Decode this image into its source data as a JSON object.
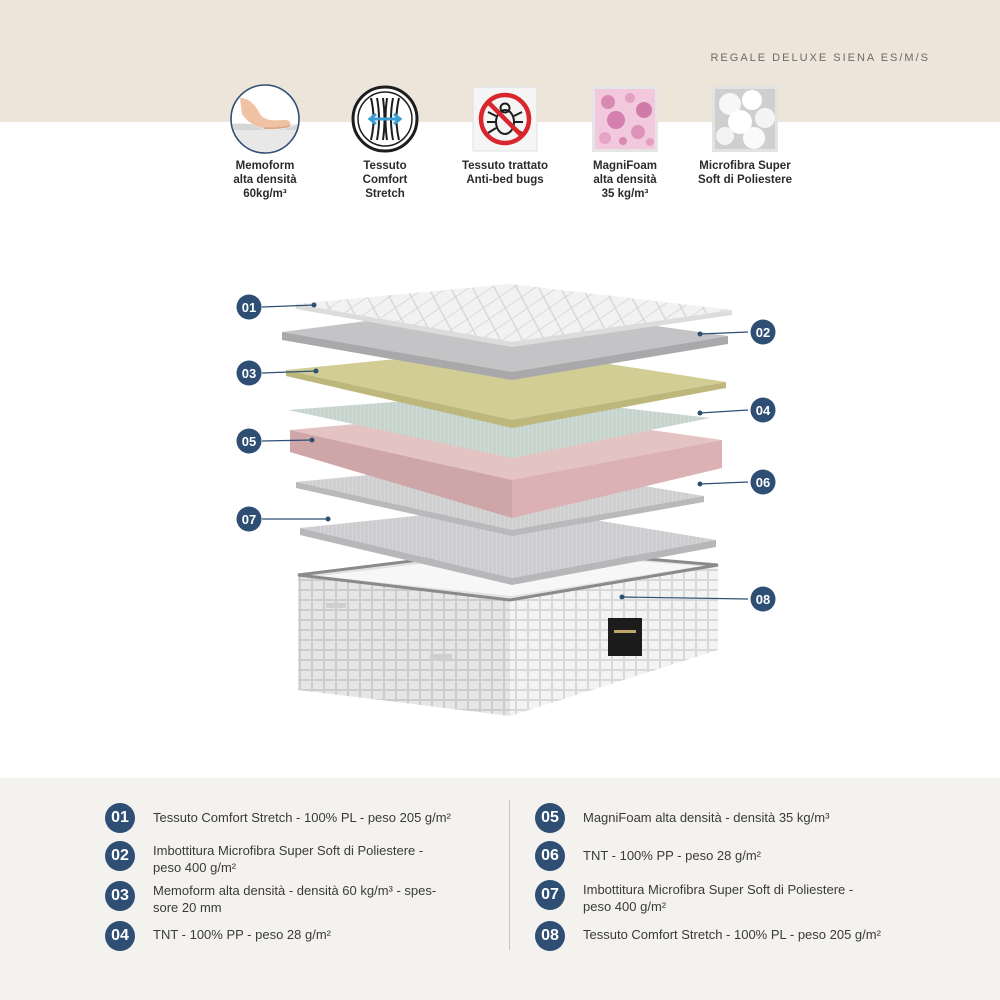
{
  "product": {
    "name": "REGALE DELUXE SIENA ES/M/S"
  },
  "features": [
    {
      "icon": "memory-foam-hand-icon",
      "label": "Memoform\nalta densità\n60kg/m³"
    },
    {
      "icon": "stretch-fabric-icon",
      "label": "Tessuto\nComfort\nStretch"
    },
    {
      "icon": "anti-bed-bug-icon",
      "label": "Tessuto trattato\nAnti-bed bugs"
    },
    {
      "icon": "magnifoam-texture-icon",
      "label": "MagniFoam\nalta densità\n35 kg/m³"
    },
    {
      "icon": "microfiber-fluff-icon",
      "label": "Microfibra Super\nSoft di Poliestere"
    }
  ],
  "layers": [
    {
      "num": "01",
      "color": "#f1f2f1"
    },
    {
      "num": "02",
      "color": "#c4c4c6"
    },
    {
      "num": "03",
      "color": "#d2cd95"
    },
    {
      "num": "04",
      "color": "#c6d4cd"
    },
    {
      "num": "05",
      "color": "#e4c3c3"
    },
    {
      "num": "06",
      "color": "#cfcfd1"
    },
    {
      "num": "07",
      "color": "#cdcdcf"
    },
    {
      "num": "08",
      "color": "#e9e9ea"
    }
  ],
  "legend": [
    {
      "num": "01",
      "text": "Tessuto Comfort Stretch - 100% PL - peso 205 g/m²"
    },
    {
      "num": "02",
      "text": "Imbottitura Microfibra Super Soft di Poliestere -\npeso 400 g/m²"
    },
    {
      "num": "03",
      "text": "Memoform  alta densità - densità 60 kg/m³ - spes-\nsore 20 mm"
    },
    {
      "num": "04",
      "text": "TNT - 100% PP - peso 28 g/m²"
    },
    {
      "num": "05",
      "text": "MagniFoam alta densità - densità 35 kg/m³"
    },
    {
      "num": "06",
      "text": "TNT - 100% PP - peso 28 g/m²"
    },
    {
      "num": "07",
      "text": "Imbottitura Microfibra Super Soft di Poliestere -\npeso 400 g/m²"
    },
    {
      "num": "08",
      "text": "Tessuto Comfort Stretch - 100% PL - peso 205 g/m²"
    }
  ],
  "colors": {
    "badge": "#2e4f73",
    "topBand": "#ede5da",
    "bottomBand": "#f4f2ef"
  }
}
